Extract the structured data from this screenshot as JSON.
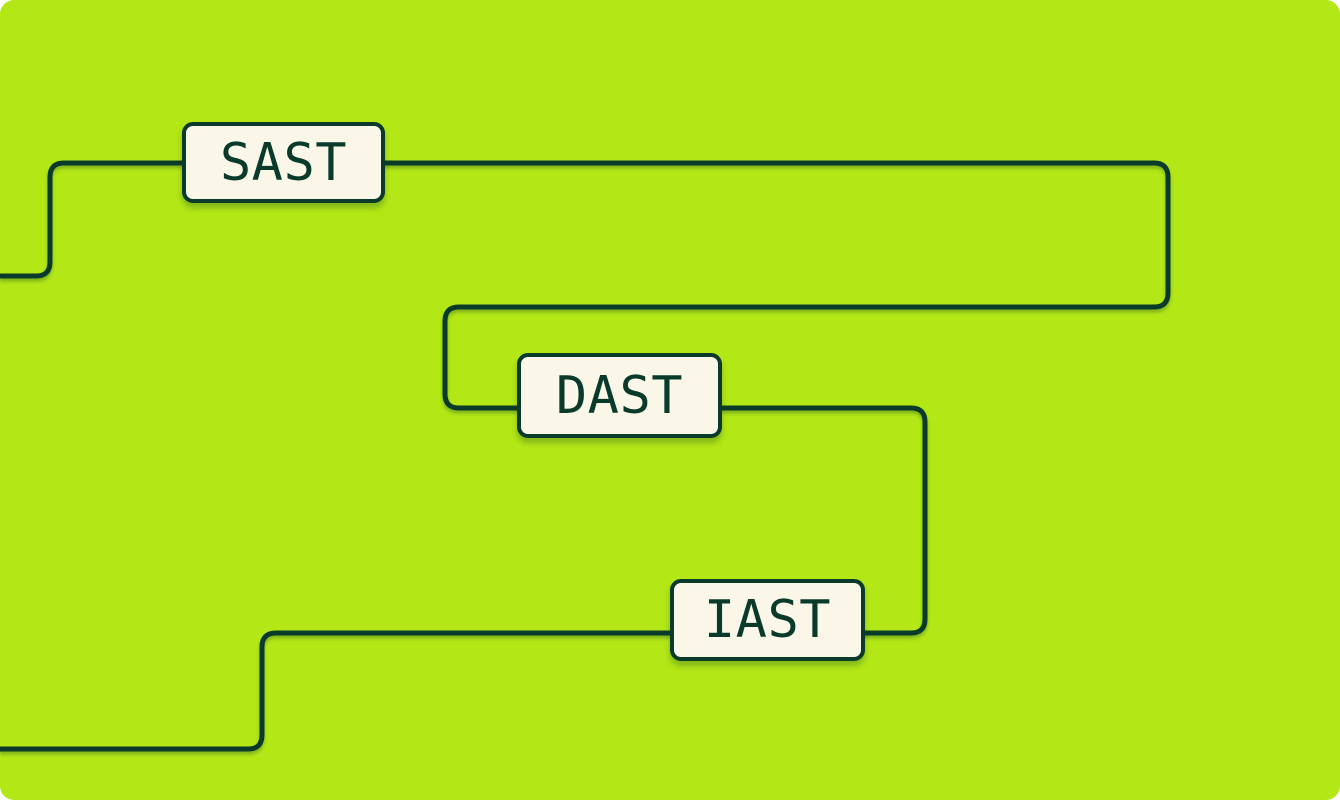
{
  "diagram": {
    "nodes": [
      {
        "id": "sast",
        "label": "SAST"
      },
      {
        "id": "dast",
        "label": "DAST"
      },
      {
        "id": "iast",
        "label": "IAST"
      }
    ],
    "connections": [
      "left-edge → SAST",
      "SAST → DAST",
      "DAST → IAST",
      "IAST → left-edge"
    ],
    "colors": {
      "canvas_background": "#b3e716",
      "connector_line": "#0a3a2a",
      "node_fill": "#faf6e8",
      "node_border": "#0a3a2a",
      "node_text": "#0a3a2a",
      "page_background": "#ffffff"
    }
  }
}
